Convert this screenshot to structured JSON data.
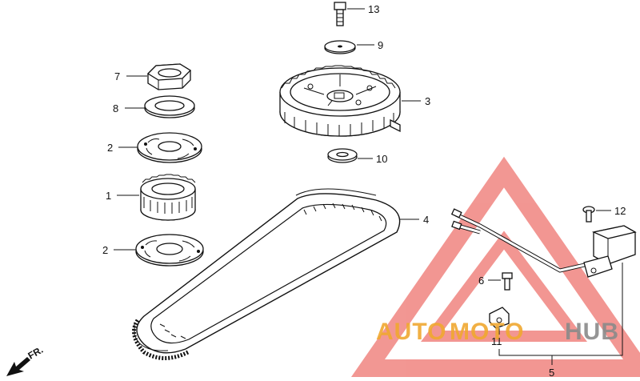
{
  "callouts": {
    "c13": "13",
    "c9": "9",
    "c7": "7",
    "c3": "3",
    "c8": "8",
    "c2a": "2",
    "c10": "10",
    "c1": "1",
    "c4": "4",
    "c12": "12",
    "c2b": "2",
    "c6": "6",
    "c11": "11",
    "c5": "5"
  },
  "direction_label": "FR.",
  "watermark": {
    "part1": "AUTO",
    "part2": "MOTO",
    "part3": "HUB",
    "color_red": "#e8413a",
    "color_orange": "#f0a830",
    "color_gray": "#8a8a8a"
  }
}
